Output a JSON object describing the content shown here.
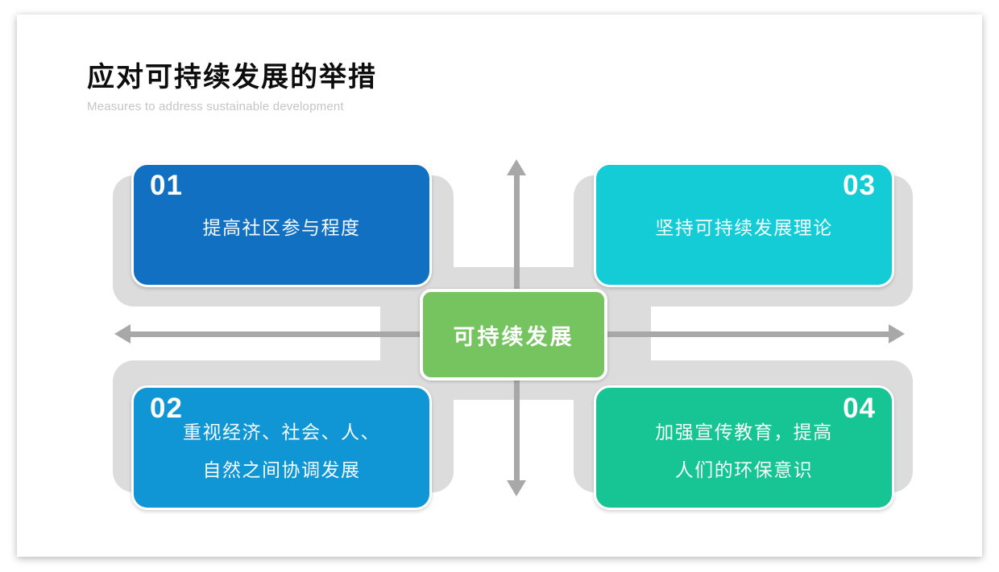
{
  "slide": {
    "title": "应对可持续发展的举措",
    "subtitle": "Measures to address sustainable development"
  },
  "center": {
    "label": "可持续发展",
    "color": "#76c45f"
  },
  "items": [
    {
      "number": "01",
      "position": "top-left",
      "color": "#1270c2",
      "lines": [
        "提高社区参与程度"
      ]
    },
    {
      "number": "02",
      "position": "bottom-left",
      "color": "#1196d5",
      "lines": [
        "重视经济、社会、人、",
        "自然之间协调发展"
      ]
    },
    {
      "number": "03",
      "position": "top-right",
      "color": "#13ccd6",
      "lines": [
        "坚持可持续发展理论"
      ]
    },
    {
      "number": "04",
      "position": "bottom-right",
      "color": "#16c494",
      "lines": [
        "加强宣传教育，提高",
        "人们的环保意识"
      ]
    }
  ],
  "colors": {
    "track": "#dcdcdc",
    "arrow": "#a8a8a8",
    "title": "#0d0d0d",
    "subtitle": "#c5c5c5",
    "card_border": "#ffffff"
  }
}
